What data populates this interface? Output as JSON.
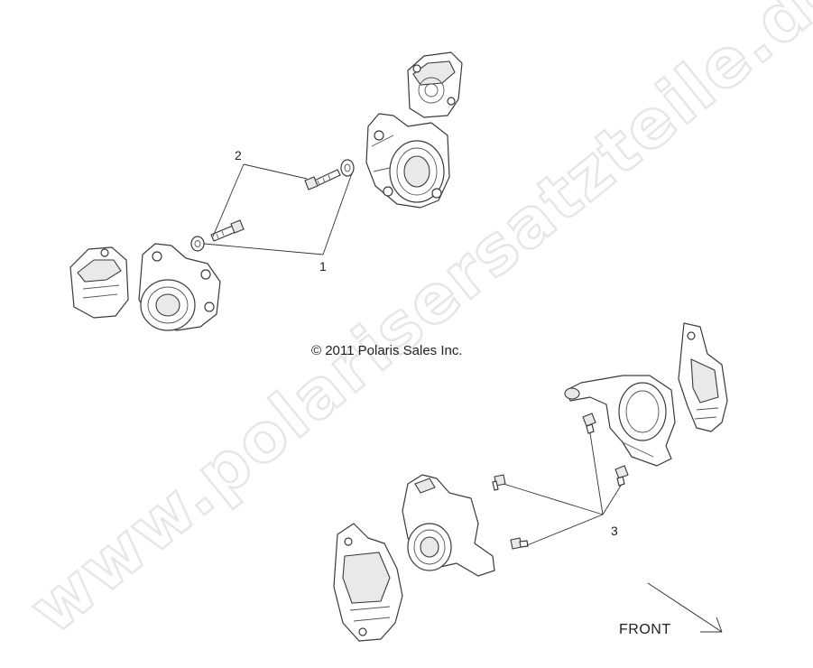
{
  "watermark": "www.polarisersatzteile.de",
  "copyright": "© 2011 Polaris Sales Inc.",
  "callouts": {
    "c1": "1",
    "c2": "2",
    "c3": "3"
  },
  "front_label": "FRONT"
}
